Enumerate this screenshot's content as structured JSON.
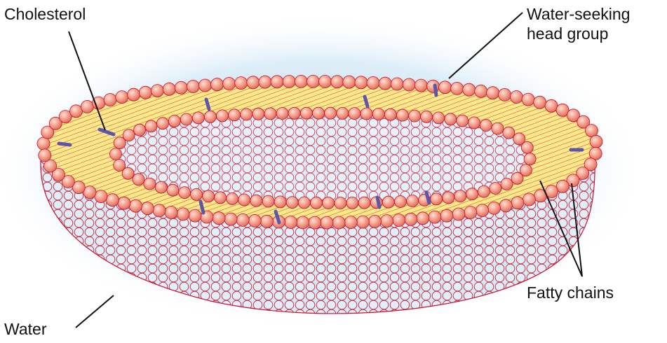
{
  "labels": {
    "cholesterol": "Cholesterol",
    "head_group_line1": "Water-seeking",
    "head_group_line2": "head group",
    "fatty_chains": "Fatty chains",
    "water": "Water"
  },
  "colors": {
    "background": "#ffffff",
    "water_glow": "#b9dcf2",
    "interior": "#dcecf8",
    "lipid_head_fill": "#f4a08c",
    "lipid_head_stroke": "#c8102e",
    "fatty_chain_band": "#fde98a",
    "fatty_chain_line": "#d42a2a",
    "cholesterol": "#5b57a8",
    "leader_line": "#111111"
  }
}
